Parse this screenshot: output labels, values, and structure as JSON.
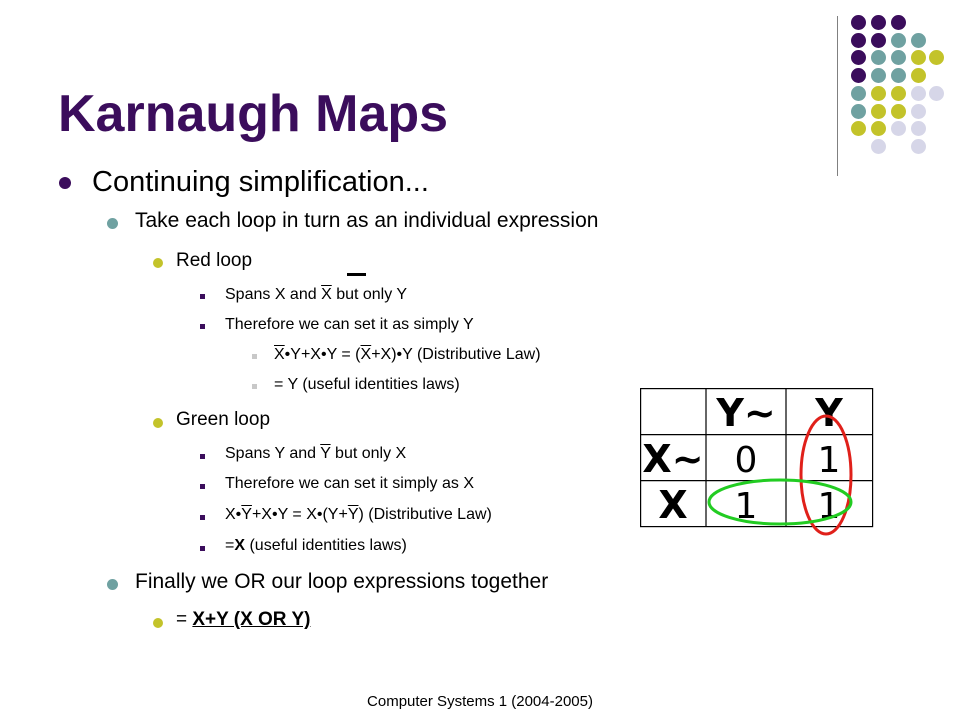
{
  "slide": {
    "title": "Karnaugh Maps",
    "footer": "Computer Systems 1 (2004-2005)"
  },
  "content": {
    "l1": "Continuing simplification...",
    "l2": "Take each loop in turn as an individual expression",
    "red_heading": "Red loop",
    "red_spans_a": "Spans X and ",
    "red_spans_bar": "X",
    "red_spans_b": " but only Y",
    "red_therefore": "Therefore we can set it as simply Y",
    "red_eq_bar1": "X",
    "red_eq_mid": "•Y+X•Y = (",
    "red_eq_bar2": "X",
    "red_eq_end": "+X)•Y  (Distributive Law)",
    "red_eq2": "= Y (useful identities laws)",
    "green_heading": "Green loop",
    "green_spans_a": "Spans Y and ",
    "green_spans_bar": "Y",
    "green_spans_b": " but only X",
    "green_therefore": "Therefore we can set it simply as X",
    "green_eq_a": "X•",
    "green_eq_bar1": "Y",
    "green_eq_mid": "+X•Y = X•(Y+",
    "green_eq_bar2": "Y",
    "green_eq_end": ")  (Distributive Law)",
    "green_eq2_prefix": "=",
    "green_eq2_bold": "X",
    "green_eq2_suffix": " (useful identities laws)",
    "finally": "Finally we OR our loop expressions together",
    "result_prefix": "= ",
    "result": "X+Y (X OR Y)"
  },
  "kmap": {
    "col_headers": [
      "Y~",
      "Y"
    ],
    "row_headers": [
      "X~",
      "X"
    ],
    "cells": [
      [
        "0",
        "1"
      ],
      [
        "1",
        "1"
      ]
    ],
    "red_loop_color": "#e0201a",
    "green_loop_color": "#22cc22"
  },
  "colors": {
    "title": "#3b0d5c",
    "bullet_level1": "#3b0d5c",
    "bullet_level2": "#6fa1a1",
    "bullet_level3": "#c3c32a",
    "dot_purple": "#3b0d5c",
    "dot_teal": "#6fa1a1",
    "dot_olive": "#c3c32a",
    "dot_lavender": "#d6d6e8"
  }
}
